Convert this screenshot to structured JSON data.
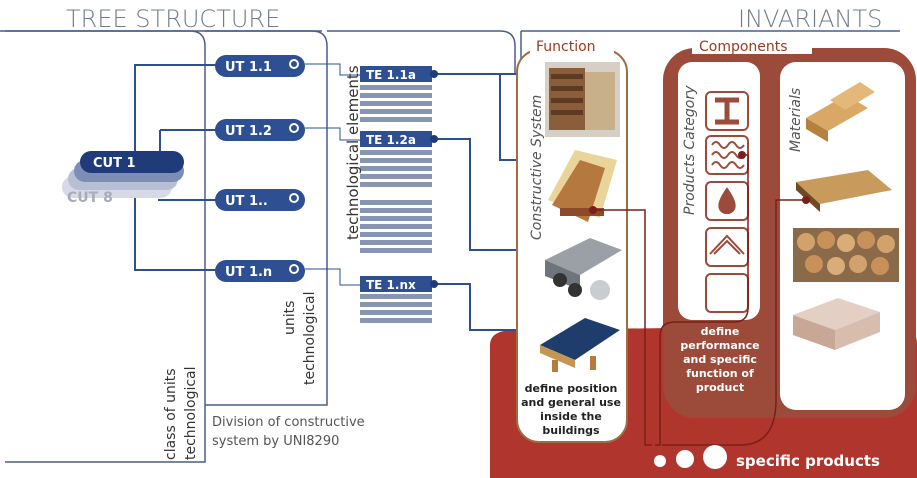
{
  "titles": {
    "tree": "TREE STRUCTURE",
    "invariants": "INVARIANTS",
    "function": "Function",
    "components": "Components"
  },
  "cut": {
    "front": "CUT 1",
    "back": "CUT 8"
  },
  "units": [
    "UT 1.1",
    "UT 1.2",
    "UT 1..",
    "UT 1.n"
  ],
  "elements": [
    "TE 1.1a",
    "TE 1.2a",
    "TE 1.nx"
  ],
  "vertical_labels": {
    "tech_elements": "technological elements",
    "units": "units",
    "units2": "technological",
    "class": "class of units",
    "class2": "technological",
    "constructive": "Constructive System",
    "products": "Products Category",
    "materials": "Materials"
  },
  "notes": {
    "division_1": "Division of constructive",
    "division_2": "system by UNI8290",
    "function_1": "define position",
    "function_2": "and general use",
    "function_3": "inside the",
    "function_4": "buildings",
    "components_1": "define",
    "components_2": "performance",
    "components_3": "and specific",
    "components_4": "function of",
    "components_5": "product",
    "specific": "specific products"
  },
  "colors": {
    "navy": "#1f3b7a",
    "pill": "#2f4f93",
    "bar": "#8896b4",
    "brick": "#b0352c",
    "panel": "#9c4a3a",
    "tan": "#9a6f45"
  }
}
